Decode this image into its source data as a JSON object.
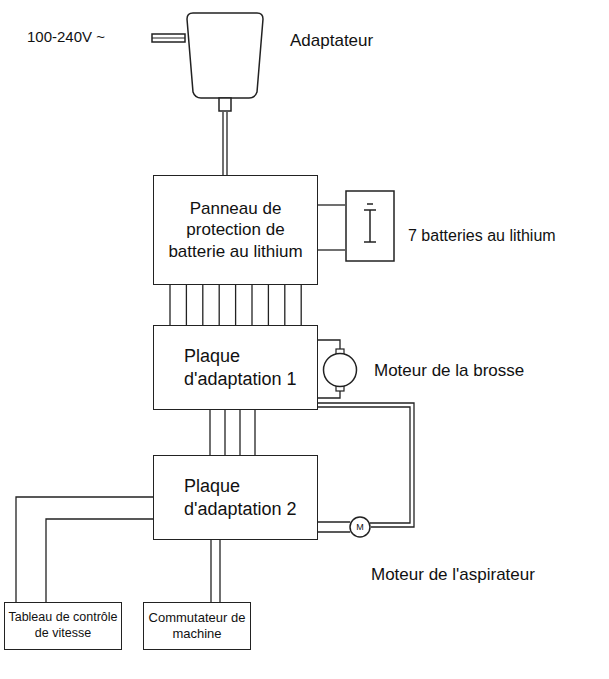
{
  "diagram": {
    "nodes": [
      {
        "text": [
          "Adaptateur"
        ]
      },
      {
        "text": [
          "Panneau de protection de batterie au lithium"
        ]
      },
      {
        "text": [
          "7 batteries au lithium"
        ]
      },
      {
        "text": [
          "Plaque d'adaptation 1"
        ]
      },
      {
        "text": [
          "Moteur de la brosse"
        ]
      },
      {
        "text": [
          "Plaque d'adaptation 2"
        ]
      },
      {
        "text": [
          "Moteur de l'aspirateur"
        ]
      },
      {
        "text": [
          "Tableau de contrôle de vitesse"
        ]
      },
      {
        "text": [
          "Commutateur de machine"
        ]
      }
    ],
    "edges": [
      {
        "from": 0,
        "to": 1,
        "arrow": "none"
      },
      {
        "from": 1,
        "to": 2,
        "arrow": "none"
      },
      {
        "from": 1,
        "to": 3,
        "arrow": "none"
      },
      {
        "from": 3,
        "to": 4,
        "arrow": "none"
      },
      {
        "from": 3,
        "to": 6,
        "arrow": "none"
      },
      {
        "from": 3,
        "to": 5,
        "arrow": "none"
      },
      {
        "from": 5,
        "to": 6,
        "arrow": "none"
      },
      {
        "from": 5,
        "to": 7,
        "arrow": "none"
      },
      {
        "from": 5,
        "to": 8,
        "arrow": "none"
      }
    ],
    "labels": [
      "100-240V ~",
      "M"
    ]
  }
}
